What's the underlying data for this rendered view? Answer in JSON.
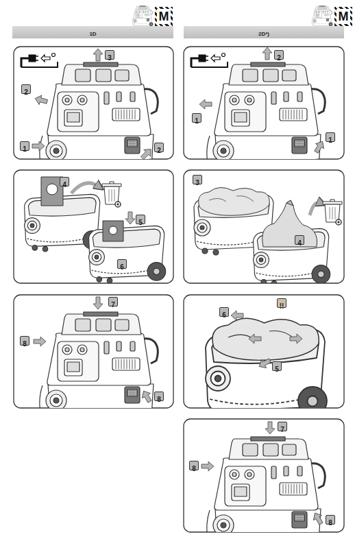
{
  "diagram": {
    "nodes": [
      {
        "text": [
          "1D"
        ]
      },
      {
        "text": [
          "M"
        ]
      },
      {
        "text": [
          "2D*)"
        ]
      },
      {
        "text": [
          "M"
        ]
      }
    ],
    "labels": [
      "3",
      "2",
      "1",
      "2",
      "4",
      "5",
      "6",
      "7",
      "8",
      "8",
      "2",
      "1",
      "1",
      "3",
      "4",
      "!!",
      "6",
      "5",
      "7",
      "8",
      "8"
    ]
  }
}
